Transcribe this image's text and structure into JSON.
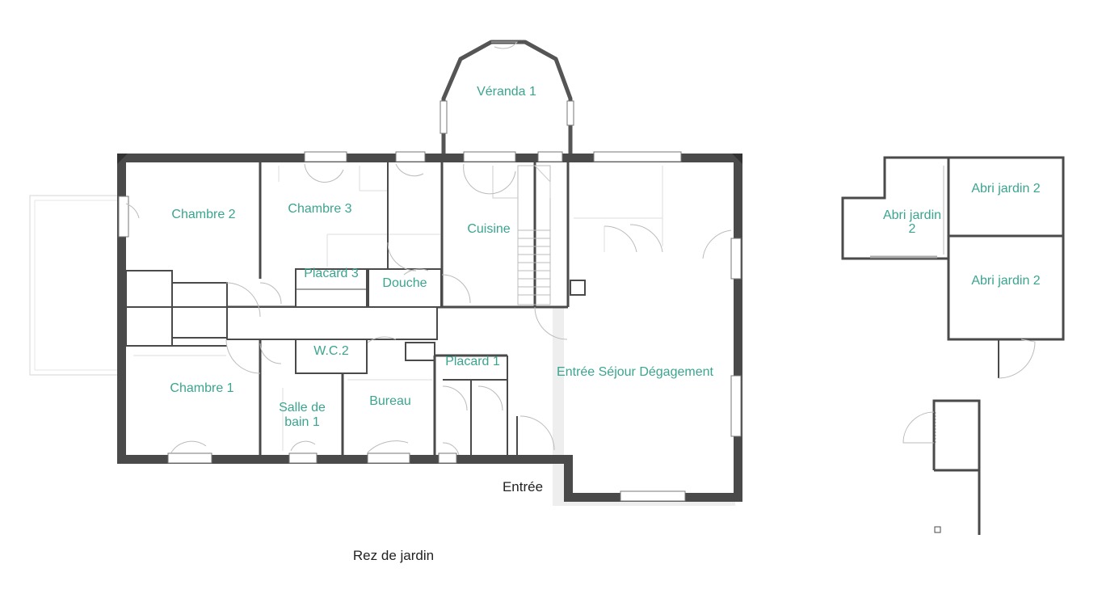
{
  "plan": {
    "rooms": {
      "veranda": "Véranda 1",
      "chambre2": "Chambre 2",
      "chambre3": "Chambre 3",
      "cuisine": "Cuisine",
      "placard3": "Placard 3",
      "douche": "Douche",
      "wc2": "W.C.2",
      "placard1": "Placard 1",
      "chambre1": "Chambre 1",
      "salle_bain_line1": "Salle de",
      "salle_bain_line2": "bain 1",
      "bureau": "Bureau",
      "sejour": "Entrée Séjour Dégagement",
      "abri_a_line1": "Abri jardin",
      "abri_a_line2": "2",
      "abri_b": "Abri jardin 2",
      "abri_c": "Abri jardin 2"
    },
    "entrance_label": "Entrée",
    "level_label": "Rez de jardin"
  },
  "colors": {
    "wall": "#4a4a4a",
    "room_label": "#3aa58f",
    "text": "#222222"
  }
}
